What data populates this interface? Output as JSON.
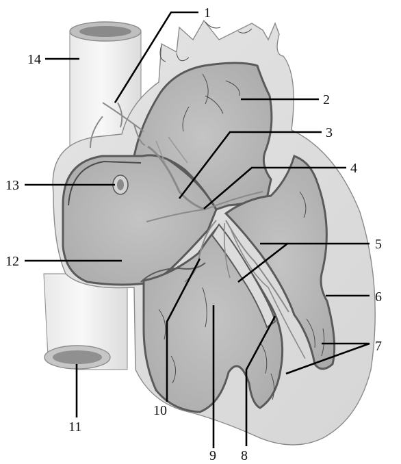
{
  "diagram": {
    "labels": [
      {
        "id": "1",
        "text": "1"
      },
      {
        "id": "2",
        "text": "2"
      },
      {
        "id": "3",
        "text": "3"
      },
      {
        "id": "4",
        "text": "4"
      },
      {
        "id": "5",
        "text": "5"
      },
      {
        "id": "6",
        "text": "6"
      },
      {
        "id": "7",
        "text": "7"
      },
      {
        "id": "8",
        "text": "8"
      },
      {
        "id": "9",
        "text": "9"
      },
      {
        "id": "10",
        "text": "10"
      },
      {
        "id": "11",
        "text": "11"
      },
      {
        "id": "12",
        "text": "12"
      },
      {
        "id": "13",
        "text": "13"
      },
      {
        "id": "14",
        "text": "14"
      }
    ]
  }
}
